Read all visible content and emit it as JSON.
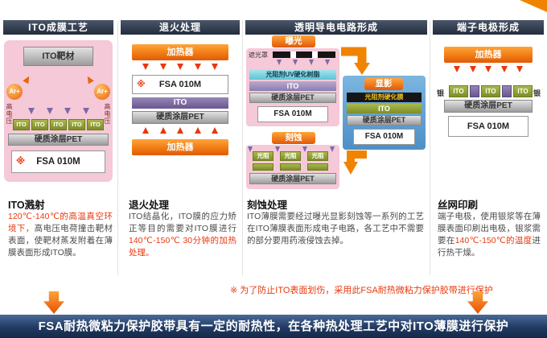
{
  "colors": {
    "accent_orange": "#f08300",
    "highlight_red": "#e8380d",
    "header_navy": "#222c3d",
    "banner_navy": "#223a63",
    "ito_green": "#8e9e2f",
    "layer_purple": "#7d6ba0",
    "panel_pink": "#f5c9d7",
    "panel_blue": "#5ea3d6",
    "resist_cyan": "#7fd6e2"
  },
  "headers": {
    "col1": "ITO成膜工艺",
    "col2": "退火处理",
    "col3": "透明导电电路形成",
    "col4": "端子电极形成"
  },
  "col1": {
    "target": "ITO靶材",
    "ar_ion": "Ar+",
    "high_voltage": "高电压",
    "ito_chip": "ITO",
    "pet_layer": "硬质涂层PET",
    "note_mark": "※",
    "fsa_film": "FSA 010M",
    "step_title": "ITO溅射",
    "desc_highlight": "120℃-140℃的高温真空环境下，",
    "desc_rest": "高电压电荷撞击靶材表面，使靶材蒸发附着在薄膜表面形成ITO膜。"
  },
  "col2": {
    "heater_top": "加热器",
    "heater_bottom": "加热器",
    "note_mark": "※",
    "fsa_film": "FSA 010M",
    "ito_layer": "ITO",
    "pet_layer": "硬质涂层PET",
    "step_title": "退火处理",
    "desc_rest": "ITO结晶化，ITO膜的应力矫正等目的需要对ITO膜进行",
    "desc_highlight": "140℃-150℃ 30分钟的加热处理。"
  },
  "col3": {
    "exposure_label": "曝光",
    "mask_label": "遮光罩",
    "uv_resist_layer": "光阻剂UV硬化树脂",
    "ito_layer": "ITO",
    "pet_layer": "硬质涂层PET",
    "fsa_film": "FSA 010M",
    "develop_label": "显影",
    "cured_resist_layer": "光阻剂硬化膜",
    "etch_label": "刻蚀",
    "resist_chip": "光阻",
    "step_title": "刻蚀处理",
    "desc": "ITO薄膜需要经过曝光显影刻蚀等一系列的工艺在ITO薄膜表面形成电子电路，各工艺中不需要的部分要用药液侵蚀去掉。"
  },
  "col4": {
    "heater": "加热器",
    "silver_label": "银",
    "ito_chip": "ITO",
    "pet_layer": "硬质涂层PET",
    "fsa_film": "FSA 010M",
    "step_title": "丝网印刷",
    "desc_rest1": "端子电极，使用银浆等在薄膜表面印刷出电极，银浆需要在",
    "desc_highlight": "140℃-150℃的温度",
    "desc_rest2": "进行热干燥。"
  },
  "footer": {
    "protect_note": "※ 为了防止ITO表面划伤，采用此FSA耐热微粘力保护胶带进行保护",
    "banner": "FSA耐热微粘力保护胶带具有一定的耐热性，在各种热处理工艺中对ITO薄膜进行保护"
  }
}
